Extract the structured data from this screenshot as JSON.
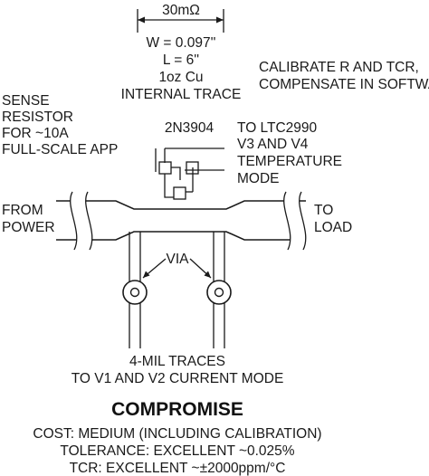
{
  "dimension": {
    "label": "30mΩ"
  },
  "trace_spec": {
    "lines": [
      "W = 0.097''",
      "L = 6''",
      "1oz Cu",
      "INTERNAL TRACE"
    ]
  },
  "calibrate_note": {
    "lines": [
      "CALIBRATE R AND TCR,",
      "COMPENSATE IN SOFTWARE"
    ]
  },
  "sense_note": {
    "lines": [
      "SENSE",
      "RESISTOR",
      "FOR  ~10A",
      "FULL-SCALE APP"
    ]
  },
  "transistor": {
    "label": "2N3904"
  },
  "ltc_note": {
    "lines": [
      "TO LTC2990",
      "V3 AND V4",
      "TEMPERATURE",
      "MODE"
    ]
  },
  "from_power": {
    "lines": [
      "FROM",
      "POWER"
    ]
  },
  "to_load": {
    "lines": [
      "TO",
      "LOAD"
    ]
  },
  "via": {
    "label": "VIA"
  },
  "traces_note": {
    "lines": [
      "4-MIL TRACES",
      "TO V1 AND V2 CURRENT MODE"
    ]
  },
  "title": "COMPROMISE",
  "specs": {
    "lines": [
      "COST: MEDIUM (INCLUDING CALIBRATION)",
      "TOLERANCE: EXCELLENT ~0.025%",
      "TCR: EXCELLENT ~±2000ppm/°C"
    ]
  }
}
